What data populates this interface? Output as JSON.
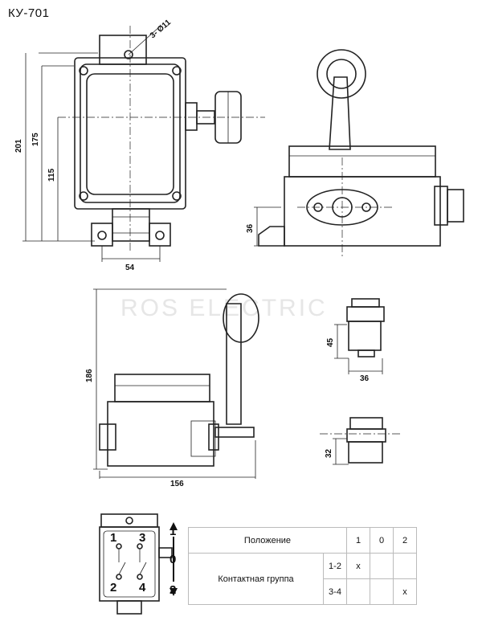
{
  "title": "КУ-701",
  "watermark": "ROS ELECTRIC",
  "dimensions": {
    "hole": "3- Ø11",
    "overall_height": "201",
    "body_height": "175",
    "axis_height": "115",
    "mount_width": "54",
    "mount_height": "36",
    "depth": "186",
    "width": "156",
    "gland_height_a": "45",
    "gland_width": "36",
    "gland_height_b": "32"
  },
  "schematic": {
    "terminals": [
      "1",
      "3",
      "2",
      "4"
    ],
    "positions": [
      "1",
      "0",
      "2"
    ]
  },
  "table": {
    "header_label": "Положение",
    "positions": [
      "1",
      "0",
      "2"
    ],
    "group_label": "Контактная группа",
    "rows": [
      {
        "pair": "1-2",
        "marks": [
          "x",
          "",
          ""
        ]
      },
      {
        "pair": "3-4",
        "marks": [
          "",
          "",
          "x"
        ]
      }
    ]
  }
}
